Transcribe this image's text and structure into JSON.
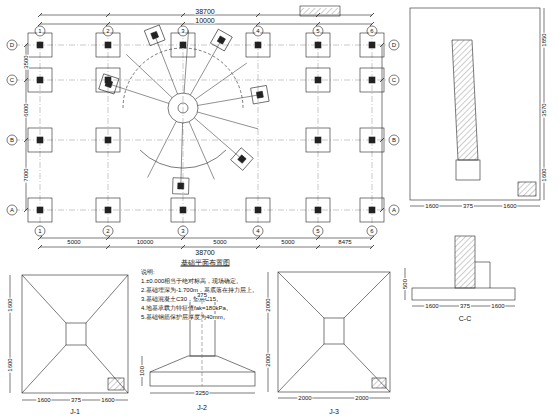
{
  "diagram": {
    "labels": [
      "38700",
      "10000",
      "1",
      "2",
      "3",
      "4",
      "5",
      "6",
      "D",
      "C",
      "B",
      "A",
      "D",
      "C",
      "B",
      "A",
      "1",
      "2",
      "3",
      "4",
      "5",
      "6",
      "5000",
      "10000",
      "5000",
      "5000",
      "8475",
      "38700",
      "3500",
      "6000",
      "7000",
      "基础平面布置图",
      "说明:",
      "1.±0.000相当于绝对标高，现场确定。",
      "2.基础埋深为-1.700m，基底落在持力层上。",
      "3.基础混凝土C30，垫层C15。",
      "4.地基承载力特征值fak=180kPa。",
      "5.基础钢筋保护层厚度为40mm。",
      "1600",
      "1600",
      "1600",
      "375",
      "1600",
      "J-1",
      "3250",
      "J-2",
      "375",
      "100",
      "2000",
      "2000",
      "2000",
      "2000",
      "J-3",
      "1850",
      "3570",
      "1600",
      "1600",
      "375",
      "1600",
      "1600",
      "375",
      "1600",
      "C-C",
      "500"
    ]
  }
}
